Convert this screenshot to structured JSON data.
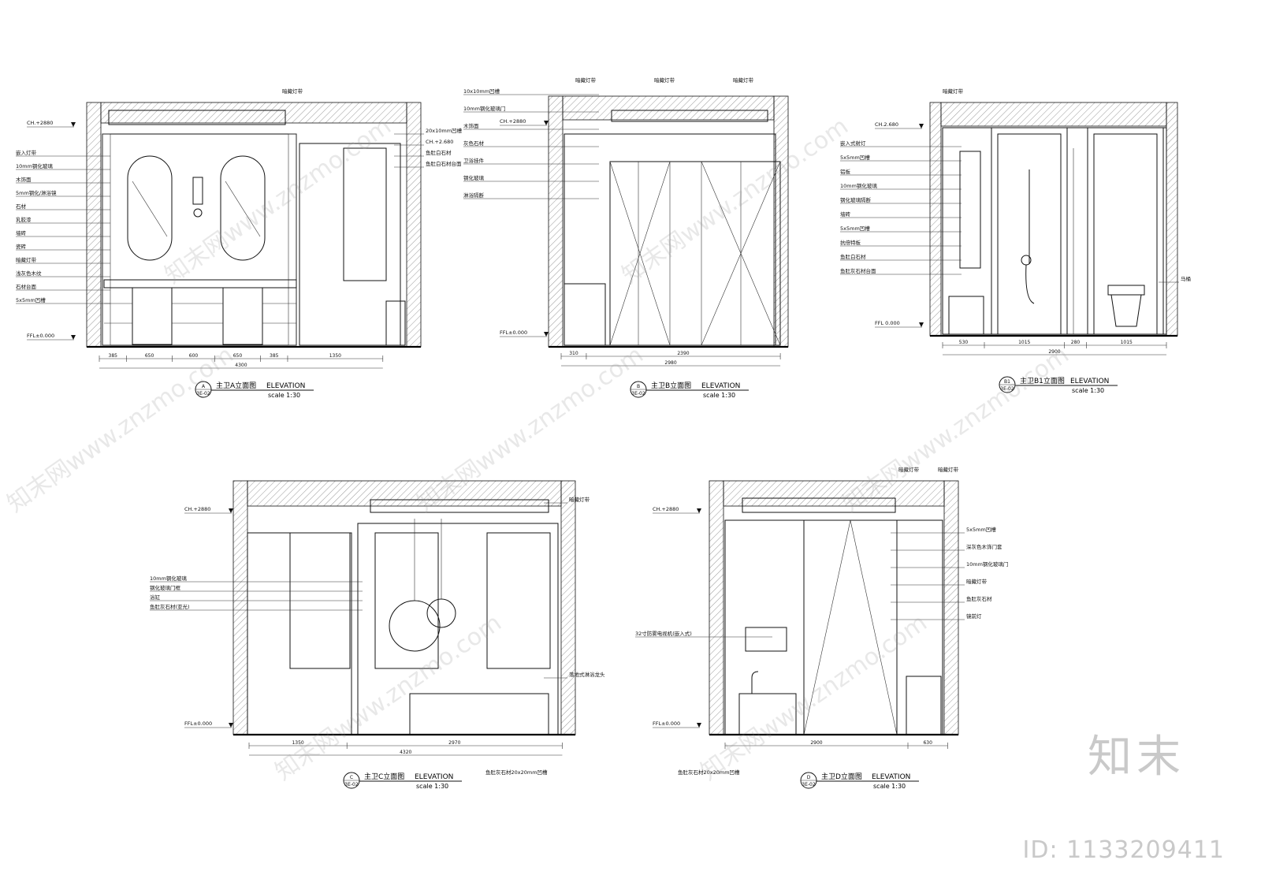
{
  "drawings": [
    {
      "id": "A",
      "tag": "A",
      "ref": "3E-02",
      "title": "主卫A立面图",
      "elev": "ELEVATION",
      "scale": "scale  1:30",
      "levels": [
        "CH.+2880",
        "FFL±0.000"
      ],
      "left_labels": [
        "嵌入灯带",
        "10mm钢化玻璃",
        "木饰面",
        "5mm钢化/淋浴镜",
        "石材",
        "乳胶漆",
        "墙砖",
        "瓷砖",
        "暗藏灯带",
        "浅灰色木纹",
        "石材台面",
        "5x5mm凹槽"
      ],
      "right_labels": [
        "20x10mm凹槽",
        "CH.+2.680",
        "鱼肚白石材",
        "鱼肚白石材台面"
      ],
      "top_labels": [
        "暗藏灯带"
      ],
      "dims": [
        "385",
        "650",
        "600",
        "650",
        "385",
        "1350"
      ],
      "total": "4300"
    },
    {
      "id": "B",
      "tag": "B",
      "ref": "3E-02",
      "title": "主卫B立面图",
      "elev": "ELEVATION",
      "scale": "scale  1:30",
      "levels": [
        "CH.+2880",
        "FFL±0.000"
      ],
      "left_labels": [
        "10x10mm凹槽",
        "10mm钢化玻璃门",
        "木饰面",
        "灰色石材",
        "卫浴挂件",
        "钢化玻璃",
        "淋浴隔断"
      ],
      "top_labels": [
        "暗藏灯带",
        "暗藏灯带",
        "暗藏灯带"
      ],
      "dims": [
        "310",
        "2390"
      ],
      "total": "2980"
    },
    {
      "id": "B1",
      "tag": "B1",
      "ref": "3E-02",
      "title": "主卫B1立面图",
      "elev": "ELEVATION",
      "scale": "scale  1:30",
      "levels": [
        "CH.2.680",
        "FFL 0.000"
      ],
      "left_labels": [
        "嵌入式射灯",
        "5x5mm凹槽",
        "铝板",
        "10mm钢化玻璃",
        "钢化玻璃隔断",
        "墙砖",
        "5x5mm凹槽",
        "抗倍特板",
        "鱼肚白石材",
        "鱼肚灰石材台面"
      ],
      "right_labels": [
        "马桶"
      ],
      "top_labels": [
        "暗藏灯带"
      ],
      "dims": [
        "530",
        "1015",
        "280",
        "1015"
      ],
      "total": "2900"
    },
    {
      "id": "C",
      "tag": "C",
      "ref": "3E-02",
      "title": "主卫C立面图",
      "elev": "ELEVATION",
      "scale": "scale  1:30",
      "levels": [
        "CH.+2880",
        "FFL±0.000"
      ],
      "left_labels": [
        "10mm钢化玻璃",
        "钢化玻璃门框",
        "浴缸",
        "鱼肚灰石材(亚光)"
      ],
      "right_labels": [
        "暗藏灯带",
        "落地式淋浴龙头"
      ],
      "dims": [
        "1350",
        "2970"
      ],
      "total": "4320",
      "bottom_label": "鱼肚灰石材20x20mm凹槽"
    },
    {
      "id": "D",
      "tag": "D",
      "ref": "3E-02",
      "title": "主卫D立面图",
      "elev": "ELEVATION",
      "scale": "scale  1:30",
      "levels": [
        "CH.+2880",
        "FFL±0.000"
      ],
      "left_labels": [
        "32寸防雾电视机(嵌入式)"
      ],
      "right_labels": [
        "5x5mm凹槽",
        "深灰色木饰门套",
        "10mm钢化玻璃门",
        "暗藏灯带",
        "鱼肚灰石材",
        "镜前灯"
      ],
      "top_labels": [
        "暗藏灯带",
        "暗藏灯带"
      ],
      "dims": [
        "2900",
        "630"
      ],
      "total": "",
      "bottom_label": "鱼肚灰石材20x20mm凹槽"
    }
  ],
  "brand": "知末",
  "image_id": "ID: 1133209411",
  "watermark": "知末网www.znzmo.com"
}
